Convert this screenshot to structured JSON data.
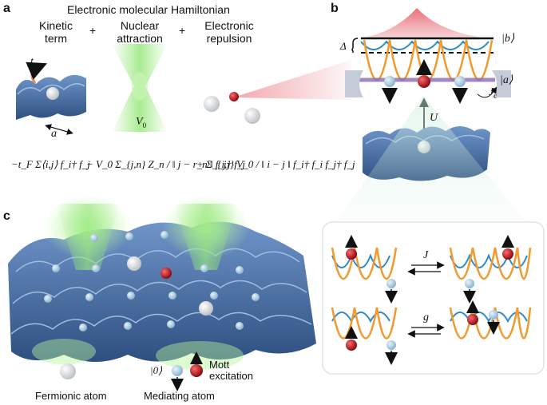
{
  "panel_a": {
    "letter": "a",
    "title": "Electronic molecular Hamiltonian",
    "terms": {
      "kinetic": "Kinetic\nterm",
      "plus1": "+",
      "nuclear": "Nuclear\nattraction",
      "plus2": "+",
      "electronic": "Electronic\nrepulsion"
    },
    "labels": {
      "tF": "t",
      "tF_sub": "F",
      "a": "a",
      "V0": "V",
      "V0_sub": "0"
    },
    "equation": {
      "kinetic": "−t_F Σ⟨i,j⟩ f_i† f_j",
      "nuclear": "− V_0 Σ_{j,n} Z_n / ‖ j − r_n ‖ f_j† f_j",
      "repulsion": "+ Σ_{i,j} V_0 / ‖ i − j ‖ f_i† f_i f_j† f_j"
    }
  },
  "panel_b": {
    "letter": "b",
    "delta": "Δ",
    "state_b": "|b⟩",
    "state_a": "|a⟩",
    "Jc": "J",
    "Jc_sub": "c",
    "U": "U",
    "processes": {
      "J": "J",
      "g": "g"
    }
  },
  "panel_c": {
    "letter": "c",
    "legend": {
      "fermionic_atom": "Fermionic atom",
      "mediating_atom": "Mediating atom",
      "ket0": "|0⟩",
      "mott": "Mott\nexcitation"
    }
  },
  "colors": {
    "lattice": "#3f6aa6",
    "green_beam": "#8fe07a",
    "red_atom": "#b0141c",
    "orange_curve": "#f29a2e",
    "blue_curve": "#2e8bc9",
    "pink": "#e6606b"
  }
}
